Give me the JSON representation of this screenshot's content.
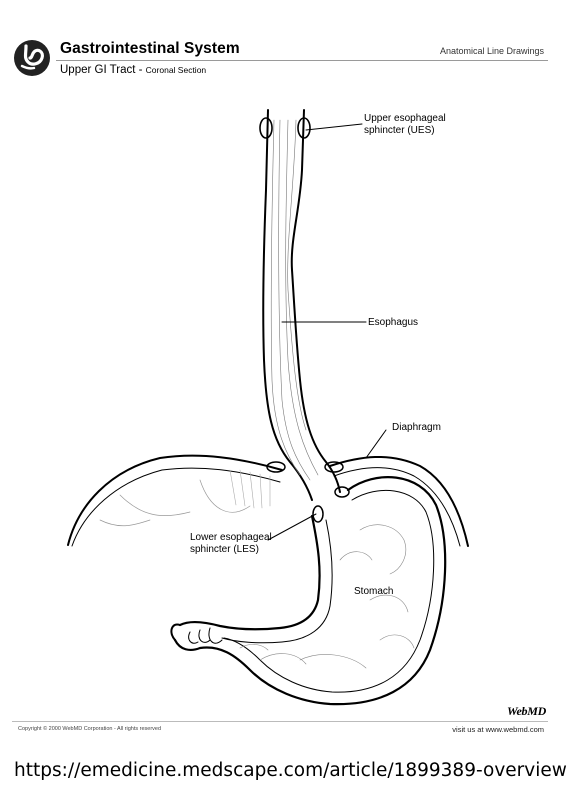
{
  "header": {
    "title": "Gastrointestinal System",
    "subtitle": "Upper GI Tract",
    "subtitle_separator": "-",
    "subtitle_detail": "Coronal Section",
    "top_right": "Anatomical Line Drawings",
    "logo_icon": "stomach-logo-icon"
  },
  "labels": {
    "ues_line1": "Upper esophageal",
    "ues_line2": "sphincter (UES)",
    "esophagus": "Esophagus",
    "diaphragm": "Diaphragm",
    "les_line1": "Lower esophageal",
    "les_line2": "sphincter (LES)",
    "stomach": "Stomach"
  },
  "footer": {
    "copyright": "Copyright © 2000 WebMD Corporation - All rights reserved",
    "visit": "visit us at www.webmd.com",
    "brand": "WebMD"
  },
  "source_url": "https://emedicine.medscape.com/article/1899389-overview"
}
